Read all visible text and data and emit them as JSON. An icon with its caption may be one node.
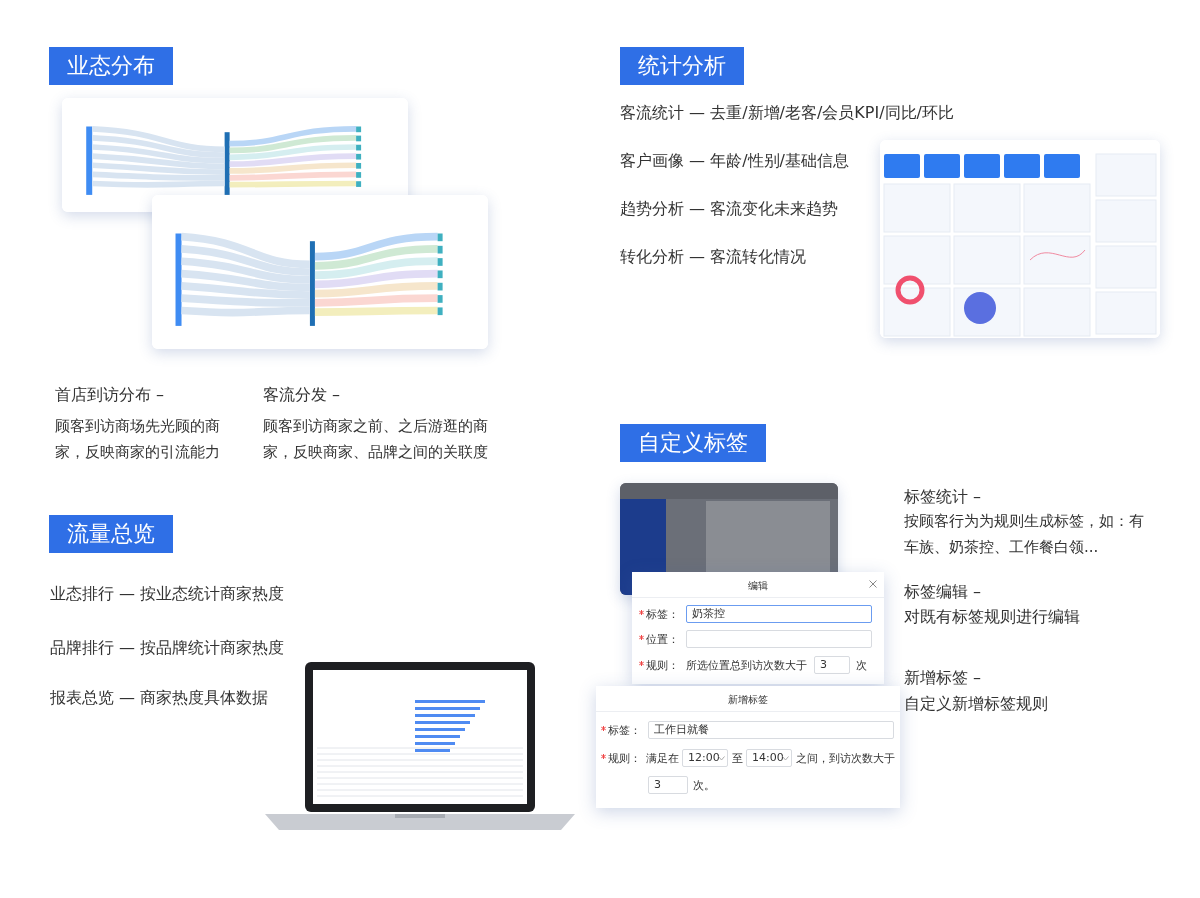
{
  "diagram": {
    "nodes": [
      {
        "text": [
          "业态分布"
        ]
      },
      {
        "text": [
          "统计分析"
        ]
      },
      {
        "text": [
          "自定义标签"
        ]
      },
      {
        "text": [
          "流量总览"
        ]
      },
      {
        "text": [
          "编辑",
          "标签：",
          "奶茶控",
          "位置：",
          "规则：",
          "所选位置总到访次数大于",
          "3",
          "次"
        ]
      },
      {
        "text": [
          "新增标签",
          "标签：",
          "工作日就餐",
          "规则：",
          "满足在",
          "12:00",
          "至",
          "14:00",
          "之间，到访次数大于",
          "3",
          "次。"
        ]
      }
    ],
    "labels": [
      "客流统计 — 去重/新增/老客/会员KPI/同比/环比",
      "客户画像 — 年龄/性别/基础信息",
      "趋势分析 — 客流变化未来趋势",
      "转化分析 — 客流转化情况",
      "首店到访分布 –",
      "顾客到访商场先光顾的商家，反映商家的引流能力",
      "客流分发 –",
      "顾客到访商家之前、之后游逛的商家，反映商家、品牌之间的关联度",
      "标签统计 –",
      "按顾客行为为规则生成标签，如：有车族、奶茶控、工作餐白领...",
      "标签编辑 –",
      "对既有标签规则进行编辑",
      "业态排行 — 按业态统计商家热度",
      "品牌排行 — 按品牌统计商家热度",
      "新增标签 –",
      "自定义新增标签规则",
      "报表总览 — 商家热度具体数据"
    ]
  }
}
